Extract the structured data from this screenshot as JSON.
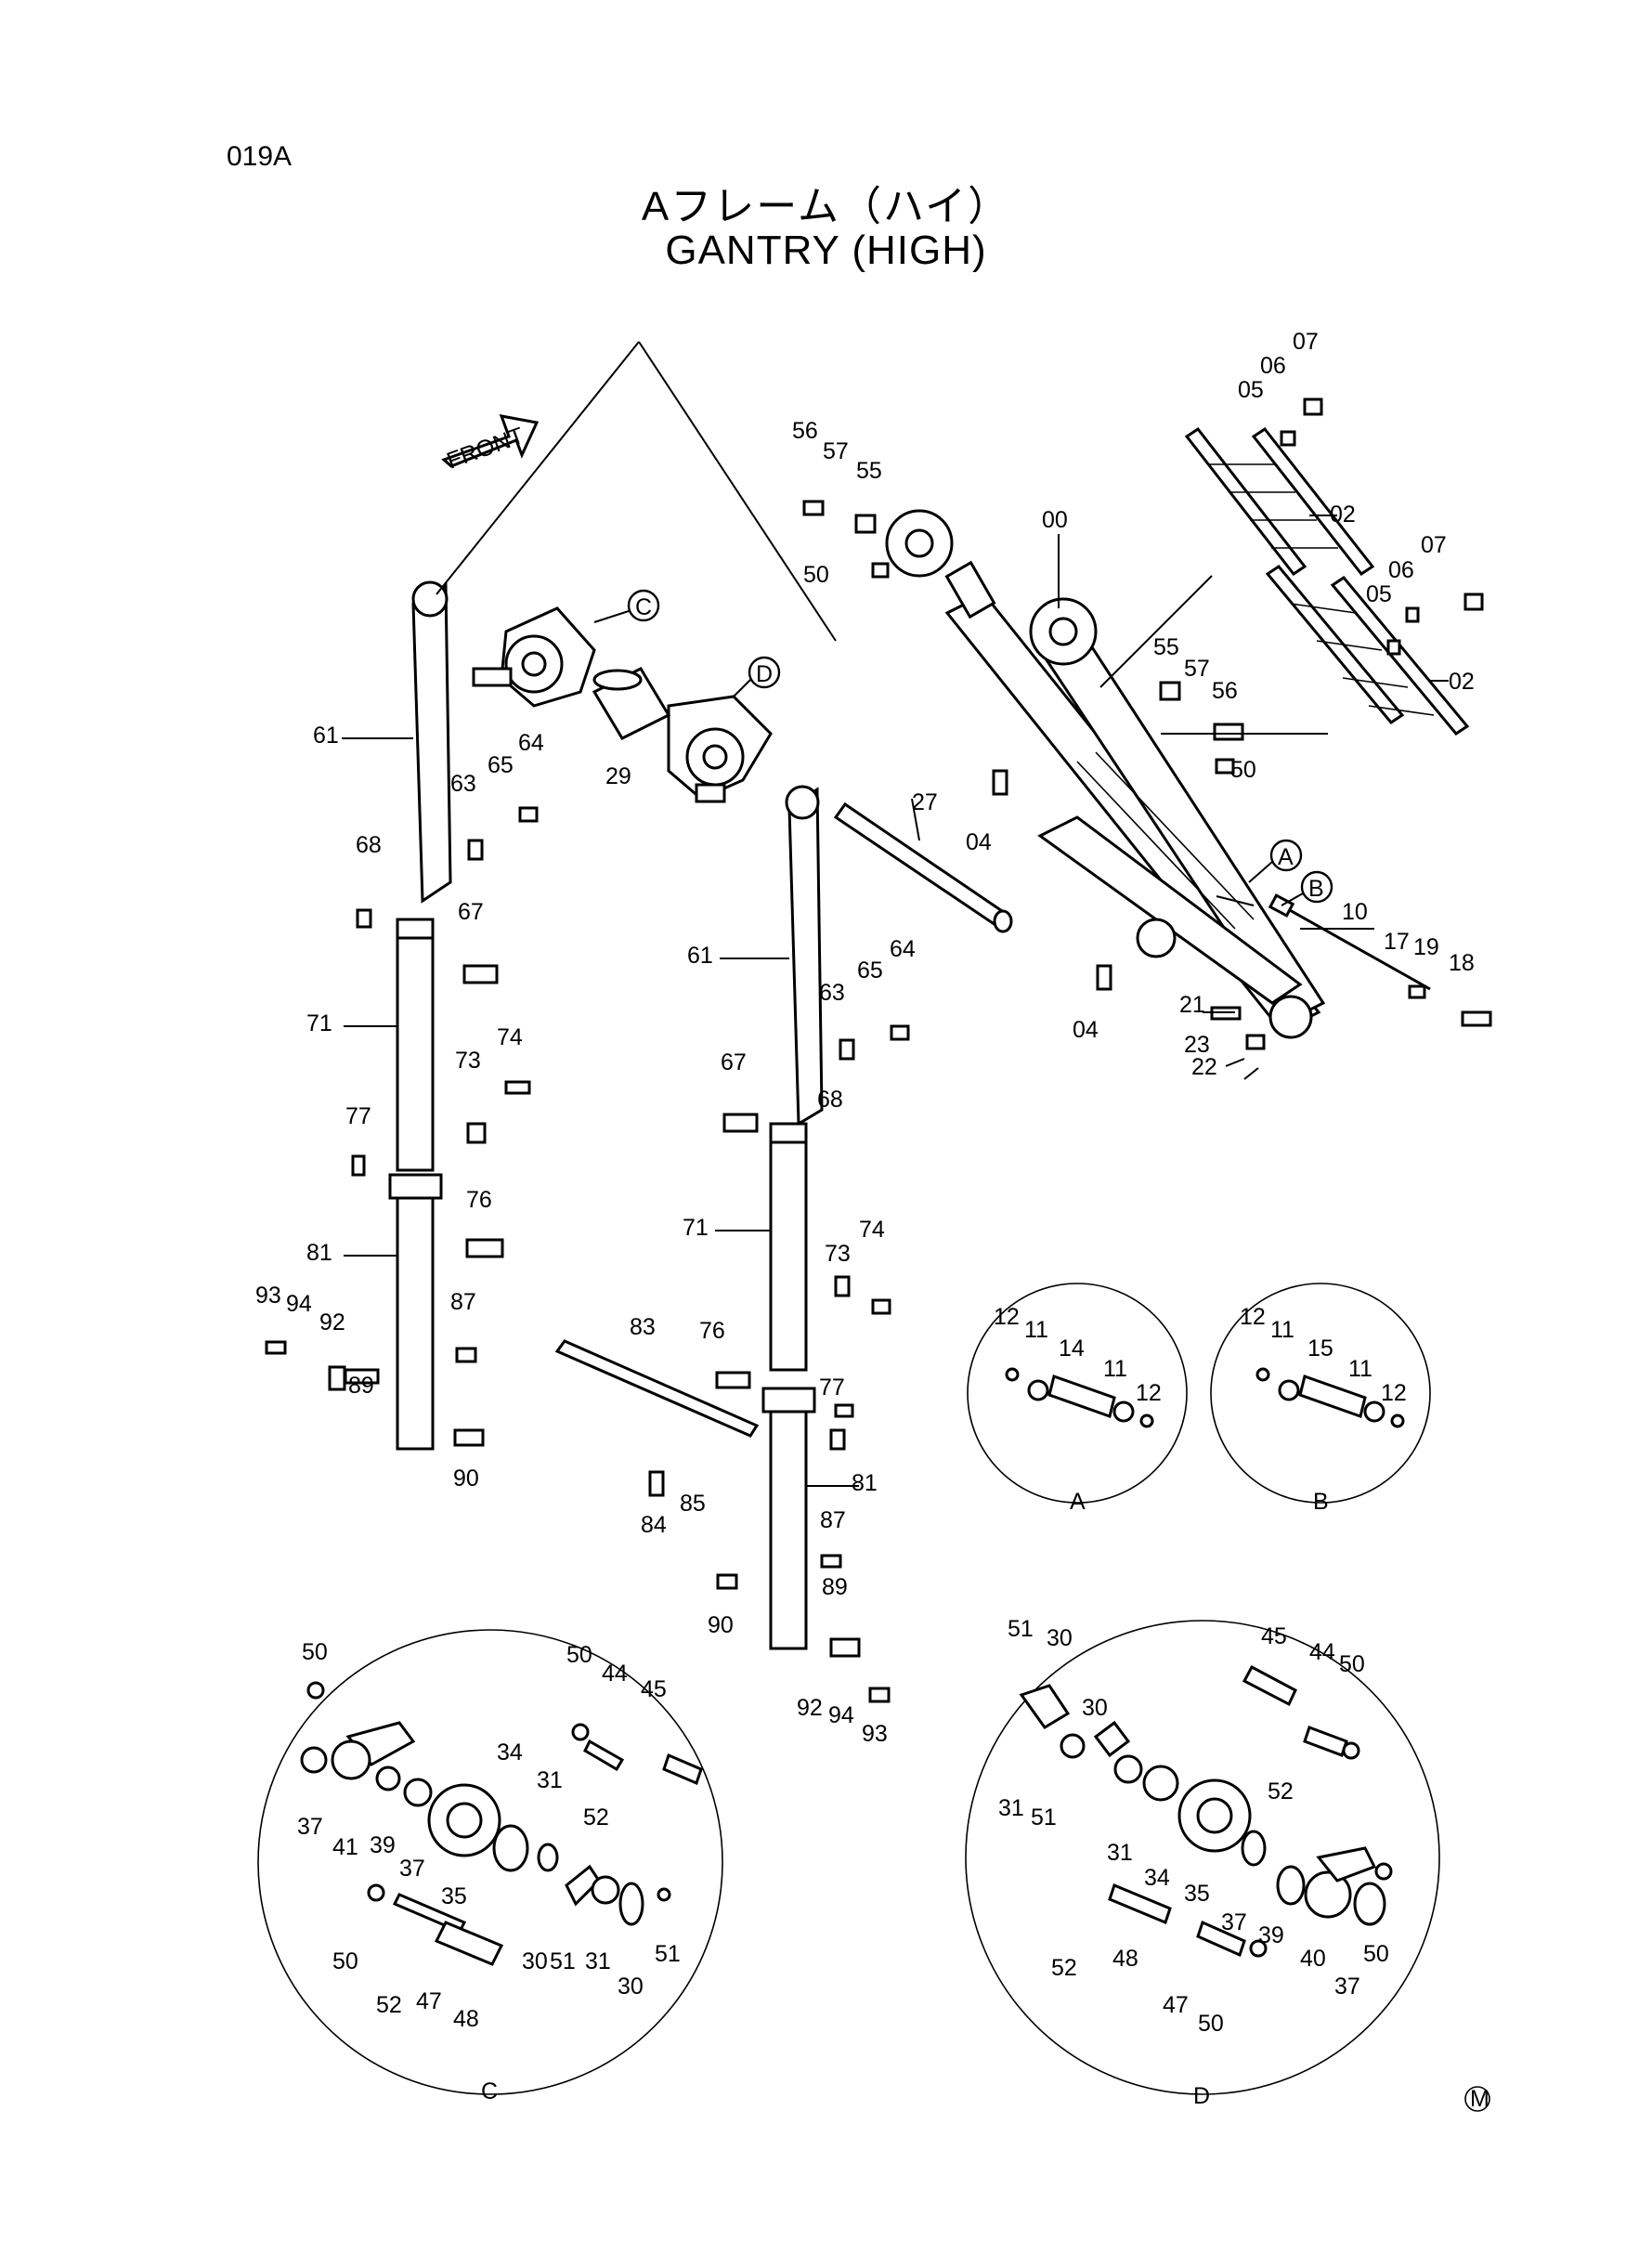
{
  "header": {
    "page_code": "019A",
    "title_jp": "Aフレーム（ハイ）",
    "title_en": "GANTRY (HIGH)"
  },
  "front_label": "FRONT",
  "callout_letters": [
    "A",
    "B",
    "C",
    "D"
  ],
  "mark": "M",
  "part_numbers": [
    "00",
    "02",
    "04",
    "05",
    "06",
    "07",
    "10",
    "11",
    "12",
    "14",
    "15",
    "17",
    "18",
    "19",
    "21",
    "22",
    "23",
    "27",
    "29",
    "30",
    "31",
    "34",
    "35",
    "37",
    "39",
    "40",
    "41",
    "44",
    "45",
    "47",
    "48",
    "50",
    "51",
    "52",
    "55",
    "56",
    "57",
    "61",
    "63",
    "64",
    "65",
    "67",
    "68",
    "71",
    "73",
    "74",
    "76",
    "77",
    "81",
    "83",
    "84",
    "85",
    "87",
    "89",
    "90",
    "92",
    "93",
    "94"
  ]
}
